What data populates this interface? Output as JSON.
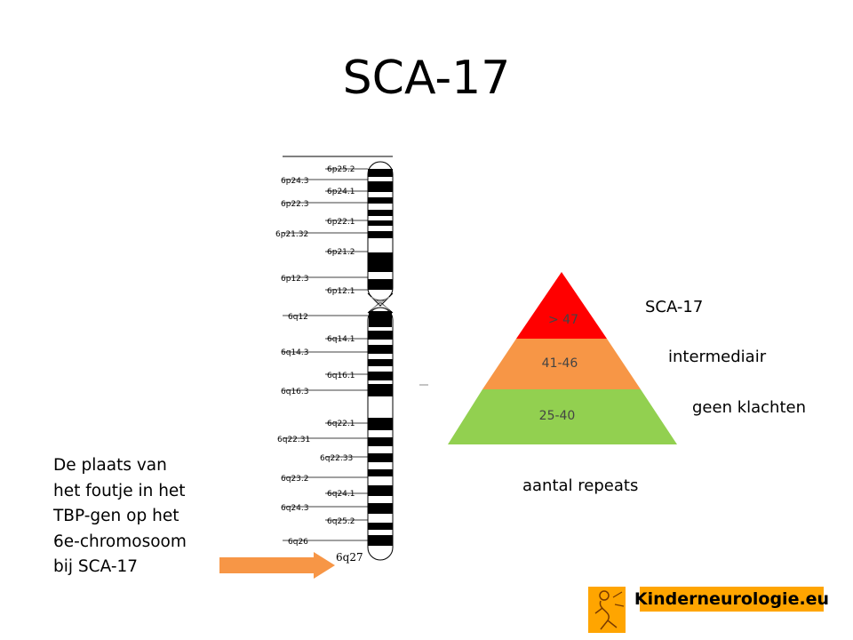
{
  "title": "SCA-17",
  "chromosome": {
    "label": "6q27",
    "p_arm_bands": [
      "6p25.2",
      "6p24.3",
      "6p24.1",
      "6p22.3",
      "6p22.1",
      "6p21.32",
      "6p21.2",
      "6p12.3",
      "6p12.1"
    ],
    "q_arm_bands": [
      "6q12",
      "6q14.1",
      "6q14.3",
      "6q16.1",
      "6q16.3",
      "6q22.1",
      "6q22.31",
      "6q22.33",
      "6q23.2",
      "6q24.1",
      "6q24.3",
      "6q25.2",
      "6q26"
    ]
  },
  "pyramid": {
    "tiers": [
      {
        "range": "> 47",
        "label": "SCA-17",
        "color": "#ff0000"
      },
      {
        "range": "41-46",
        "label": "intermediair",
        "color": "#f79646"
      },
      {
        "range": "25-40",
        "label": "geen klachten",
        "color": "#92d050"
      }
    ],
    "caption": "aantal repeats"
  },
  "description": [
    "De plaats van",
    "het foutje in het",
    "TBP-gen op het",
    "6e-chromosoom",
    "bij SCA-17"
  ],
  "arrow_color": "#f79646",
  "logo": {
    "text": "Kinderneurologie.eu",
    "color": "#ffa500"
  }
}
